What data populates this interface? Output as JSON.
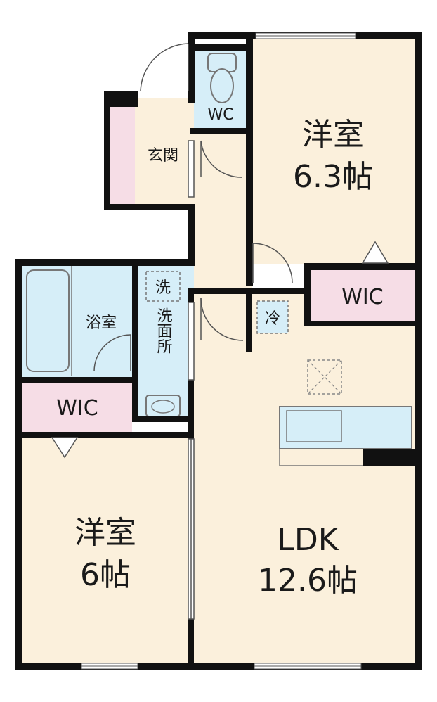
{
  "colors": {
    "wall": "#111111",
    "floor": "#fbf0dc",
    "wet": "#d6eef8",
    "storage": "#f6dde6",
    "line": "#777777"
  },
  "rooms": {
    "western_room_1": {
      "name": "洋室",
      "size": "6.3帖"
    },
    "western_room_2": {
      "name": "洋室",
      "size": "6帖"
    },
    "ldk": {
      "name": "LDK",
      "size": "12.6帖"
    },
    "wic_top": {
      "name": "WIC"
    },
    "wic_left": {
      "name": "WIC"
    },
    "toilet": {
      "name": "WC"
    },
    "entrance": {
      "name": "玄関"
    },
    "bathroom": {
      "name": "浴室"
    },
    "washroom": {
      "name": "洗面所"
    }
  },
  "symbols": {
    "washer": "洗",
    "fridge": "冷"
  }
}
